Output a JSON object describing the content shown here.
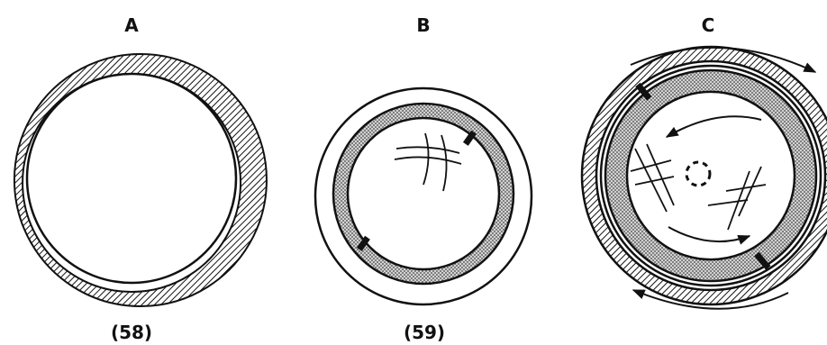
{
  "panels": [
    {
      "id": "A",
      "letter": "A"
    },
    {
      "id": "B",
      "letter": "B"
    },
    {
      "id": "C",
      "letter": "C"
    }
  ],
  "figure_numbers": [
    "(58)",
    "(59)"
  ],
  "colors": {
    "ink": "#111111",
    "paper": "#ffffff",
    "stipple": "#b9b9b9"
  }
}
